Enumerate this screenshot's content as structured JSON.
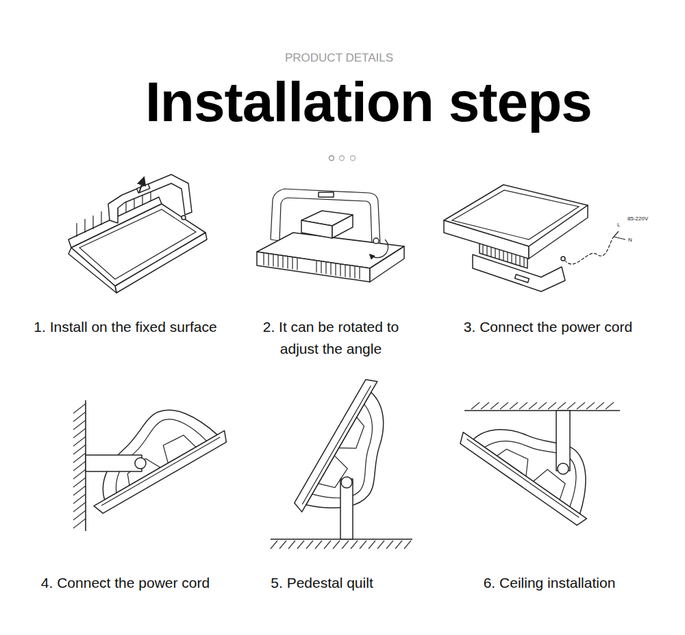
{
  "diagram": {
    "title": "Installation steps",
    "labels": [
      "PRODUCT DETAILS",
      "1. Install on the fixed surface",
      "2. It can be rotated to adjust the angle",
      "L",
      "N",
      "85-220V",
      "3. Connect the power cord",
      "4. Connect the power cord",
      "5. Pedestal quilt",
      "6. Ceiling installation"
    ]
  }
}
